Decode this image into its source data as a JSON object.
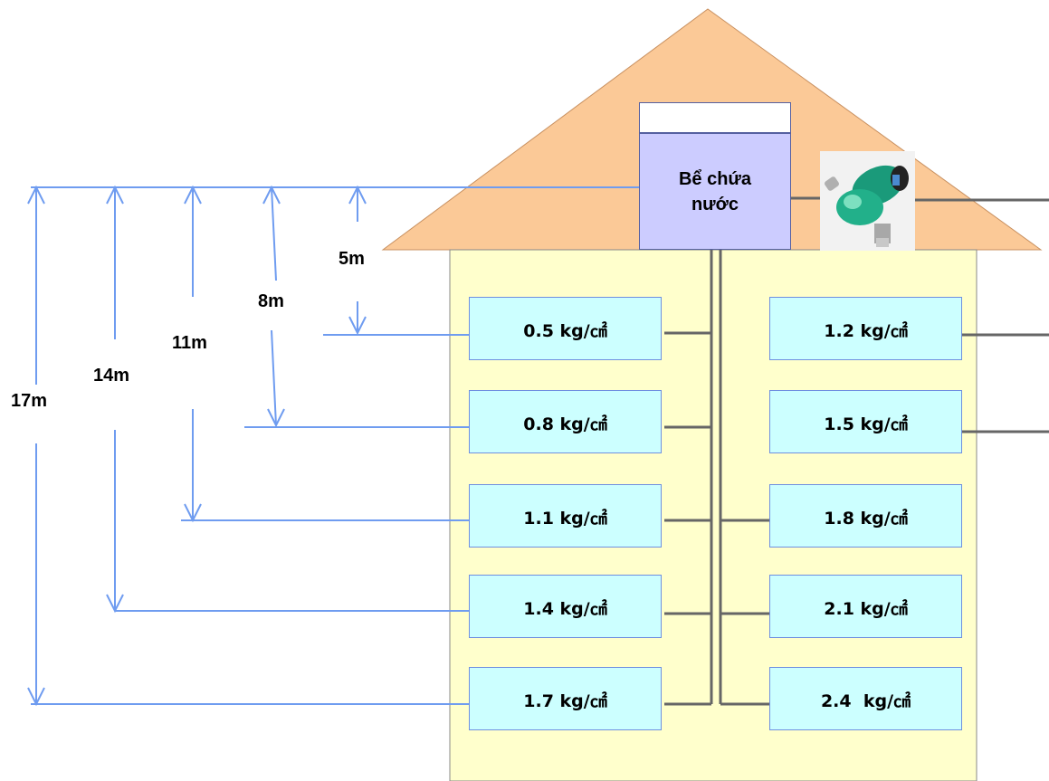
{
  "tank": {
    "line1": "Bể chứa",
    "line2": "nước"
  },
  "heights": [
    "5m",
    "8m",
    "11m",
    "14m",
    "17m"
  ],
  "unit": "kg/㎠",
  "left_floors": [
    "0.5 kg/㎠",
    "0.8 kg/㎠",
    "1.1 kg/㎠",
    "1.4 kg/㎠",
    "1.7 kg/㎠"
  ],
  "right_floors": [
    "1.2 kg/㎠",
    "1.5 kg/㎠",
    "1.8 kg/㎠",
    "2.1 kg/㎠",
    "2.4  kg/㎠"
  ],
  "colors": {
    "roof": "#fbc997",
    "building": "#ffffcc",
    "floor_box": "#ccffff",
    "tank": "#ccccff",
    "dimension_lines": "#6f9cf0",
    "pipes": "#666666"
  },
  "icons": {
    "pump": "water-pump-icon"
  }
}
